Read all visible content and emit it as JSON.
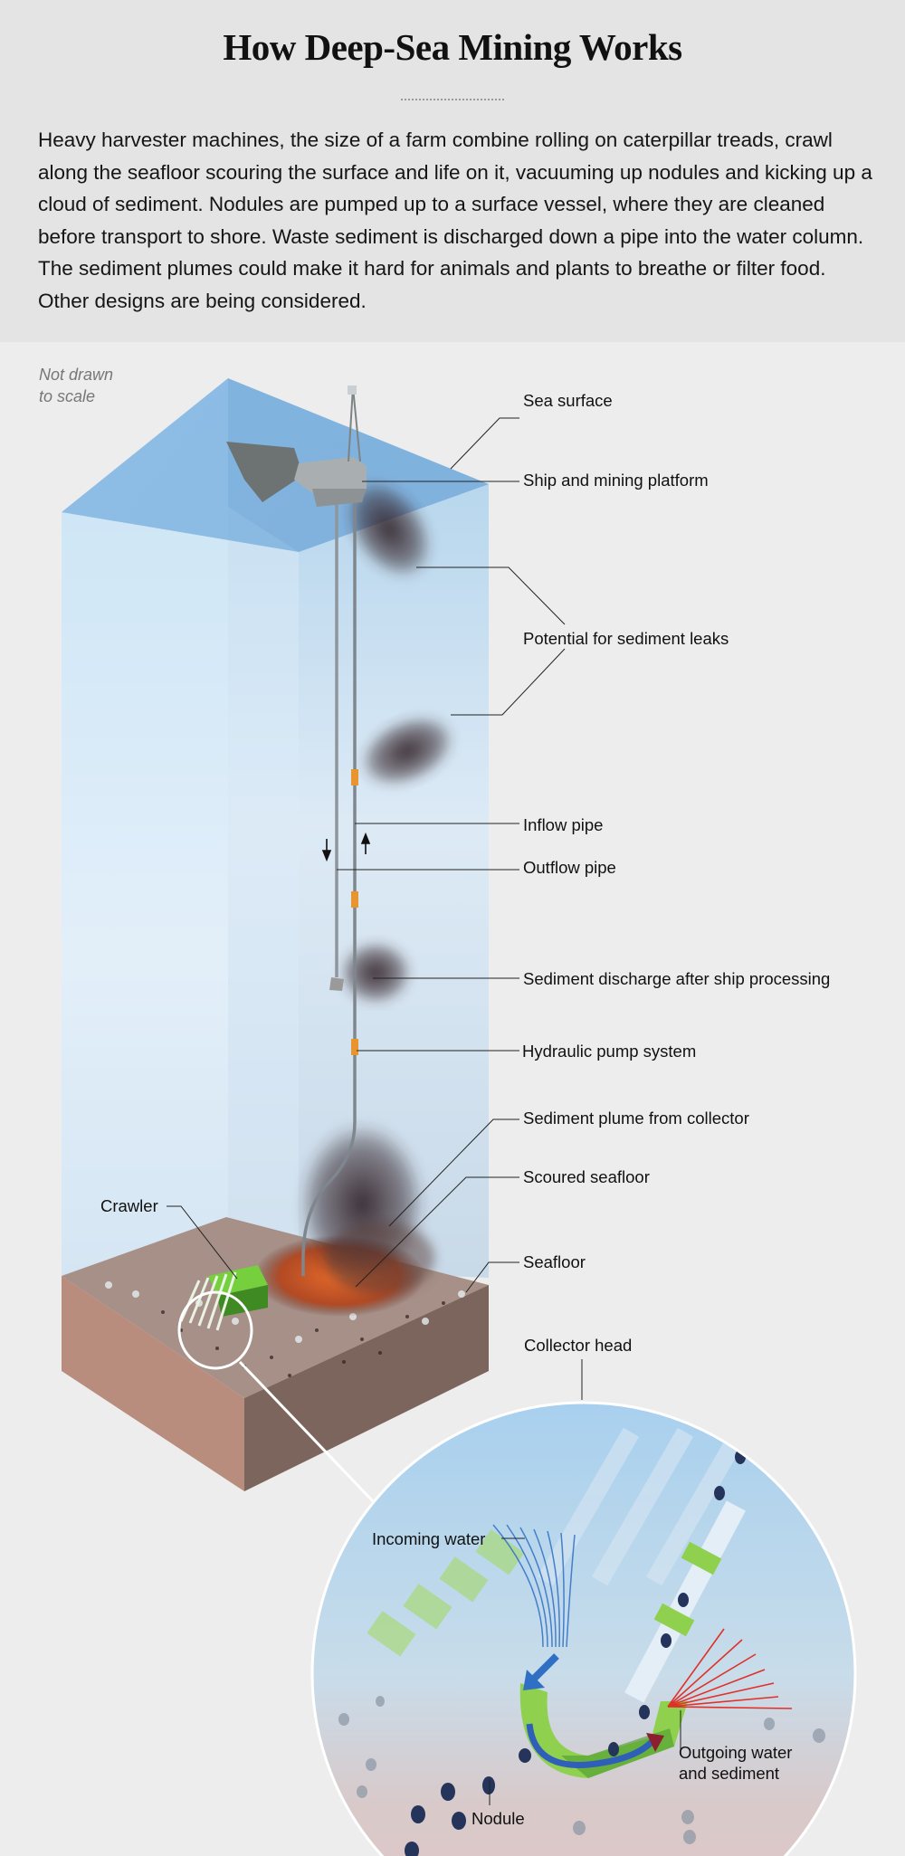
{
  "header": {
    "title": "How Deep-Sea Mining Works",
    "intro": "Heavy harvester machines, the size of a farm combine rolling on caterpillar treads, crawl along the seafloor scouring the surface and life on it, vacuuming up nodules and kicking up a cloud of sediment. Nodules are pumped up to a surface vessel, where they are cleaned before transport to shore. Waste sediment is discharged down a pipe into the water column. The sediment plumes could make it hard for animals and plants to breathe or filter food. Other designs are being considered."
  },
  "diagram": {
    "scale_note_line1": "Not drawn",
    "scale_note_line2": "to scale",
    "labels": {
      "sea_surface": "Sea surface",
      "ship_platform": "Ship and mining platform",
      "sediment_leaks": "Potential for sediment leaks",
      "inflow_pipe": "Inflow pipe",
      "outflow_pipe": "Outflow pipe",
      "sediment_discharge": "Sediment discharge after ship processing",
      "hydraulic_pump": "Hydraulic pump system",
      "sediment_plume": "Sediment plume from collector",
      "scoured_seafloor": "Scoured seafloor",
      "seafloor": "Seafloor",
      "crawler": "Crawler",
      "collector_head": "Collector head"
    },
    "inset": {
      "incoming_water": "Incoming water",
      "outgoing_line1": "Outgoing water",
      "outgoing_line2": "and sediment",
      "nodule": "Nodule"
    },
    "colors": {
      "water_top": "#8ec4e6",
      "water_side": "#cfe5f5",
      "seafloor_front": "#b38a78",
      "seafloor_side": "#7a6359",
      "collector_green": "#8fd14f",
      "pump_orange": "#e8952f",
      "outgoing_red": "#e0302a",
      "incoming_blue": "#2f6fc4"
    }
  }
}
